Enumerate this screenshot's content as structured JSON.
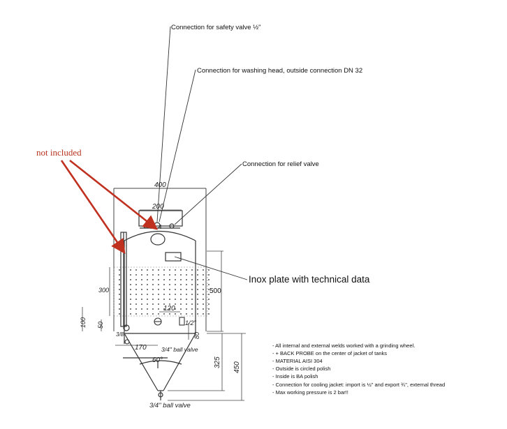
{
  "callouts": {
    "safety_valve": "Connection for safety valve ½\"",
    "washing_head": "Connection for washing head, outside connection DN 32",
    "relief_valve": "Connection for relief valve",
    "inox_plate": "Inox plate with technical data",
    "not_included": "not included"
  },
  "dimensions": {
    "d400": "400",
    "d200": "200",
    "d300": "300",
    "d500": "500",
    "d120": "120",
    "d100": "100",
    "d50": "50",
    "d80": "80",
    "d170": "170",
    "d60deg": "60°",
    "d325": "325",
    "d450": "450",
    "d3_8": "3/8",
    "d1_2": "1/2\"",
    "ball_valve_top": "3/4\" ball valve",
    "ball_valve_bottom": "3/4\" ball valve"
  },
  "notes": [
    "- All internal and external welds worked with a grinding wheel.",
    "- + BACK PROBE on the center of jacket of tanks",
    "- MATERIAL AISI 304",
    "- Outside is circled polish",
    "- Inside is BA polish",
    "- Connection for cooling jacket: import is ½\" and export ¾\", external thread",
    "- Max working pressure is 2 bar!!"
  ],
  "colors": {
    "drawing": "#333333",
    "annotation_red": "#c0301f"
  }
}
